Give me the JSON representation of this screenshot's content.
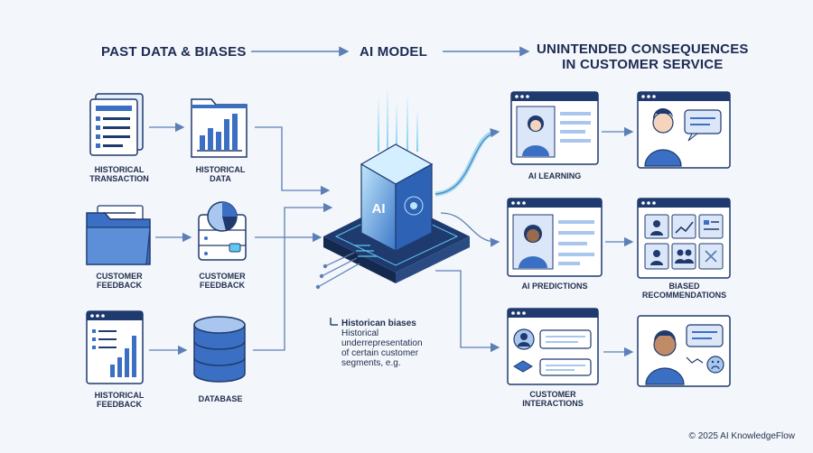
{
  "headers": {
    "past_data": "PAST DATA & BIASES",
    "ai_model": "AI MODEL",
    "consequences_line1": "UNINTENDED CONSEQUENCES",
    "consequences_line2": "IN CUSTOMER SERVICE"
  },
  "sources": {
    "transaction_line1": "HISTORICAL",
    "transaction_line2": "TRANSACTION",
    "feedback_line1": "CUSTOMER",
    "feedback_line2": "FEEDBACK",
    "hist_feedback_line1": "HISTORICAL",
    "hist_feedback_line2": "FEEDBACK"
  },
  "processed": {
    "data_line1": "HISTORICAL",
    "data_line2": "DATA",
    "cust_feedback_line1": "CUSTOMER",
    "cust_feedback_line2": "FEEDBACK",
    "database": "DATABASE"
  },
  "model": {
    "chip_text": "AI"
  },
  "bias_note": {
    "title": "Historican biases",
    "line1": "Historical",
    "line2": "underrepresentation",
    "line3": "of certain customer",
    "line4": "segments, e.g."
  },
  "outcomes": {
    "learning": "AI LEARNING",
    "predictions": "AI PREDICTIONS",
    "recommendations_line1": "BIASED",
    "recommendations_line2": "RECOMMENDATIONS",
    "interactions_line1": "CUSTOMER",
    "interactions_line2": "INTERACTIONS"
  },
  "footer": {
    "copyright": "© 2025 AI KnowledgeFlow"
  },
  "colors": {
    "navy": "#1f3a6e",
    "blue": "#3b6fc4",
    "light_blue": "#a9c6ee",
    "cyan": "#5ec8f0",
    "arrow": "#5c7fb6",
    "background": "#f3f6fb"
  }
}
